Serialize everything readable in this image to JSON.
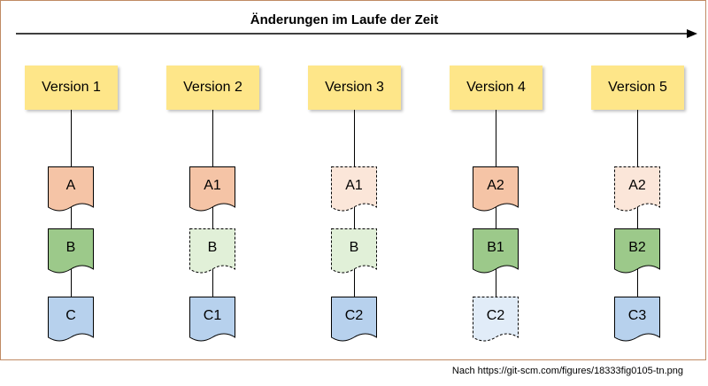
{
  "diagram": {
    "title": "Änderungen im Laufe der Zeit",
    "footer": "Nach https://git-scm.com/figures/18333fig0105-tn.png",
    "colors": {
      "version_fill": "#fee689",
      "a_solid_fill": "#f5c4a6",
      "a_solid_stroke": "#000000",
      "a_faded_fill": "#fbe6d9",
      "b_solid_fill": "#9cc98a",
      "b_faded_fill": "#e1f0d8",
      "c_solid_fill": "#b7d1ed",
      "c_faded_fill": "#e1ecf8",
      "border": "#c08b64"
    },
    "versions": [
      {
        "label": "Version 1",
        "files": [
          {
            "label": "A",
            "kind": "a",
            "faded": false
          },
          {
            "label": "B",
            "kind": "b",
            "faded": false
          },
          {
            "label": "C",
            "kind": "c",
            "faded": false
          }
        ]
      },
      {
        "label": "Version 2",
        "files": [
          {
            "label": "A1",
            "kind": "a",
            "faded": false
          },
          {
            "label": "B",
            "kind": "b",
            "faded": true
          },
          {
            "label": "C1",
            "kind": "c",
            "faded": false
          }
        ]
      },
      {
        "label": "Version 3",
        "files": [
          {
            "label": "A1",
            "kind": "a",
            "faded": true
          },
          {
            "label": "B",
            "kind": "b",
            "faded": true
          },
          {
            "label": "C2",
            "kind": "c",
            "faded": false
          }
        ]
      },
      {
        "label": "Version 4",
        "files": [
          {
            "label": "A2",
            "kind": "a",
            "faded": false
          },
          {
            "label": "B1",
            "kind": "b",
            "faded": false
          },
          {
            "label": "C2",
            "kind": "c",
            "faded": true
          }
        ]
      },
      {
        "label": "Version 5",
        "files": [
          {
            "label": "A2",
            "kind": "a",
            "faded": true
          },
          {
            "label": "B2",
            "kind": "b",
            "faded": false
          },
          {
            "label": "C3",
            "kind": "c",
            "faded": false
          }
        ]
      }
    ]
  }
}
